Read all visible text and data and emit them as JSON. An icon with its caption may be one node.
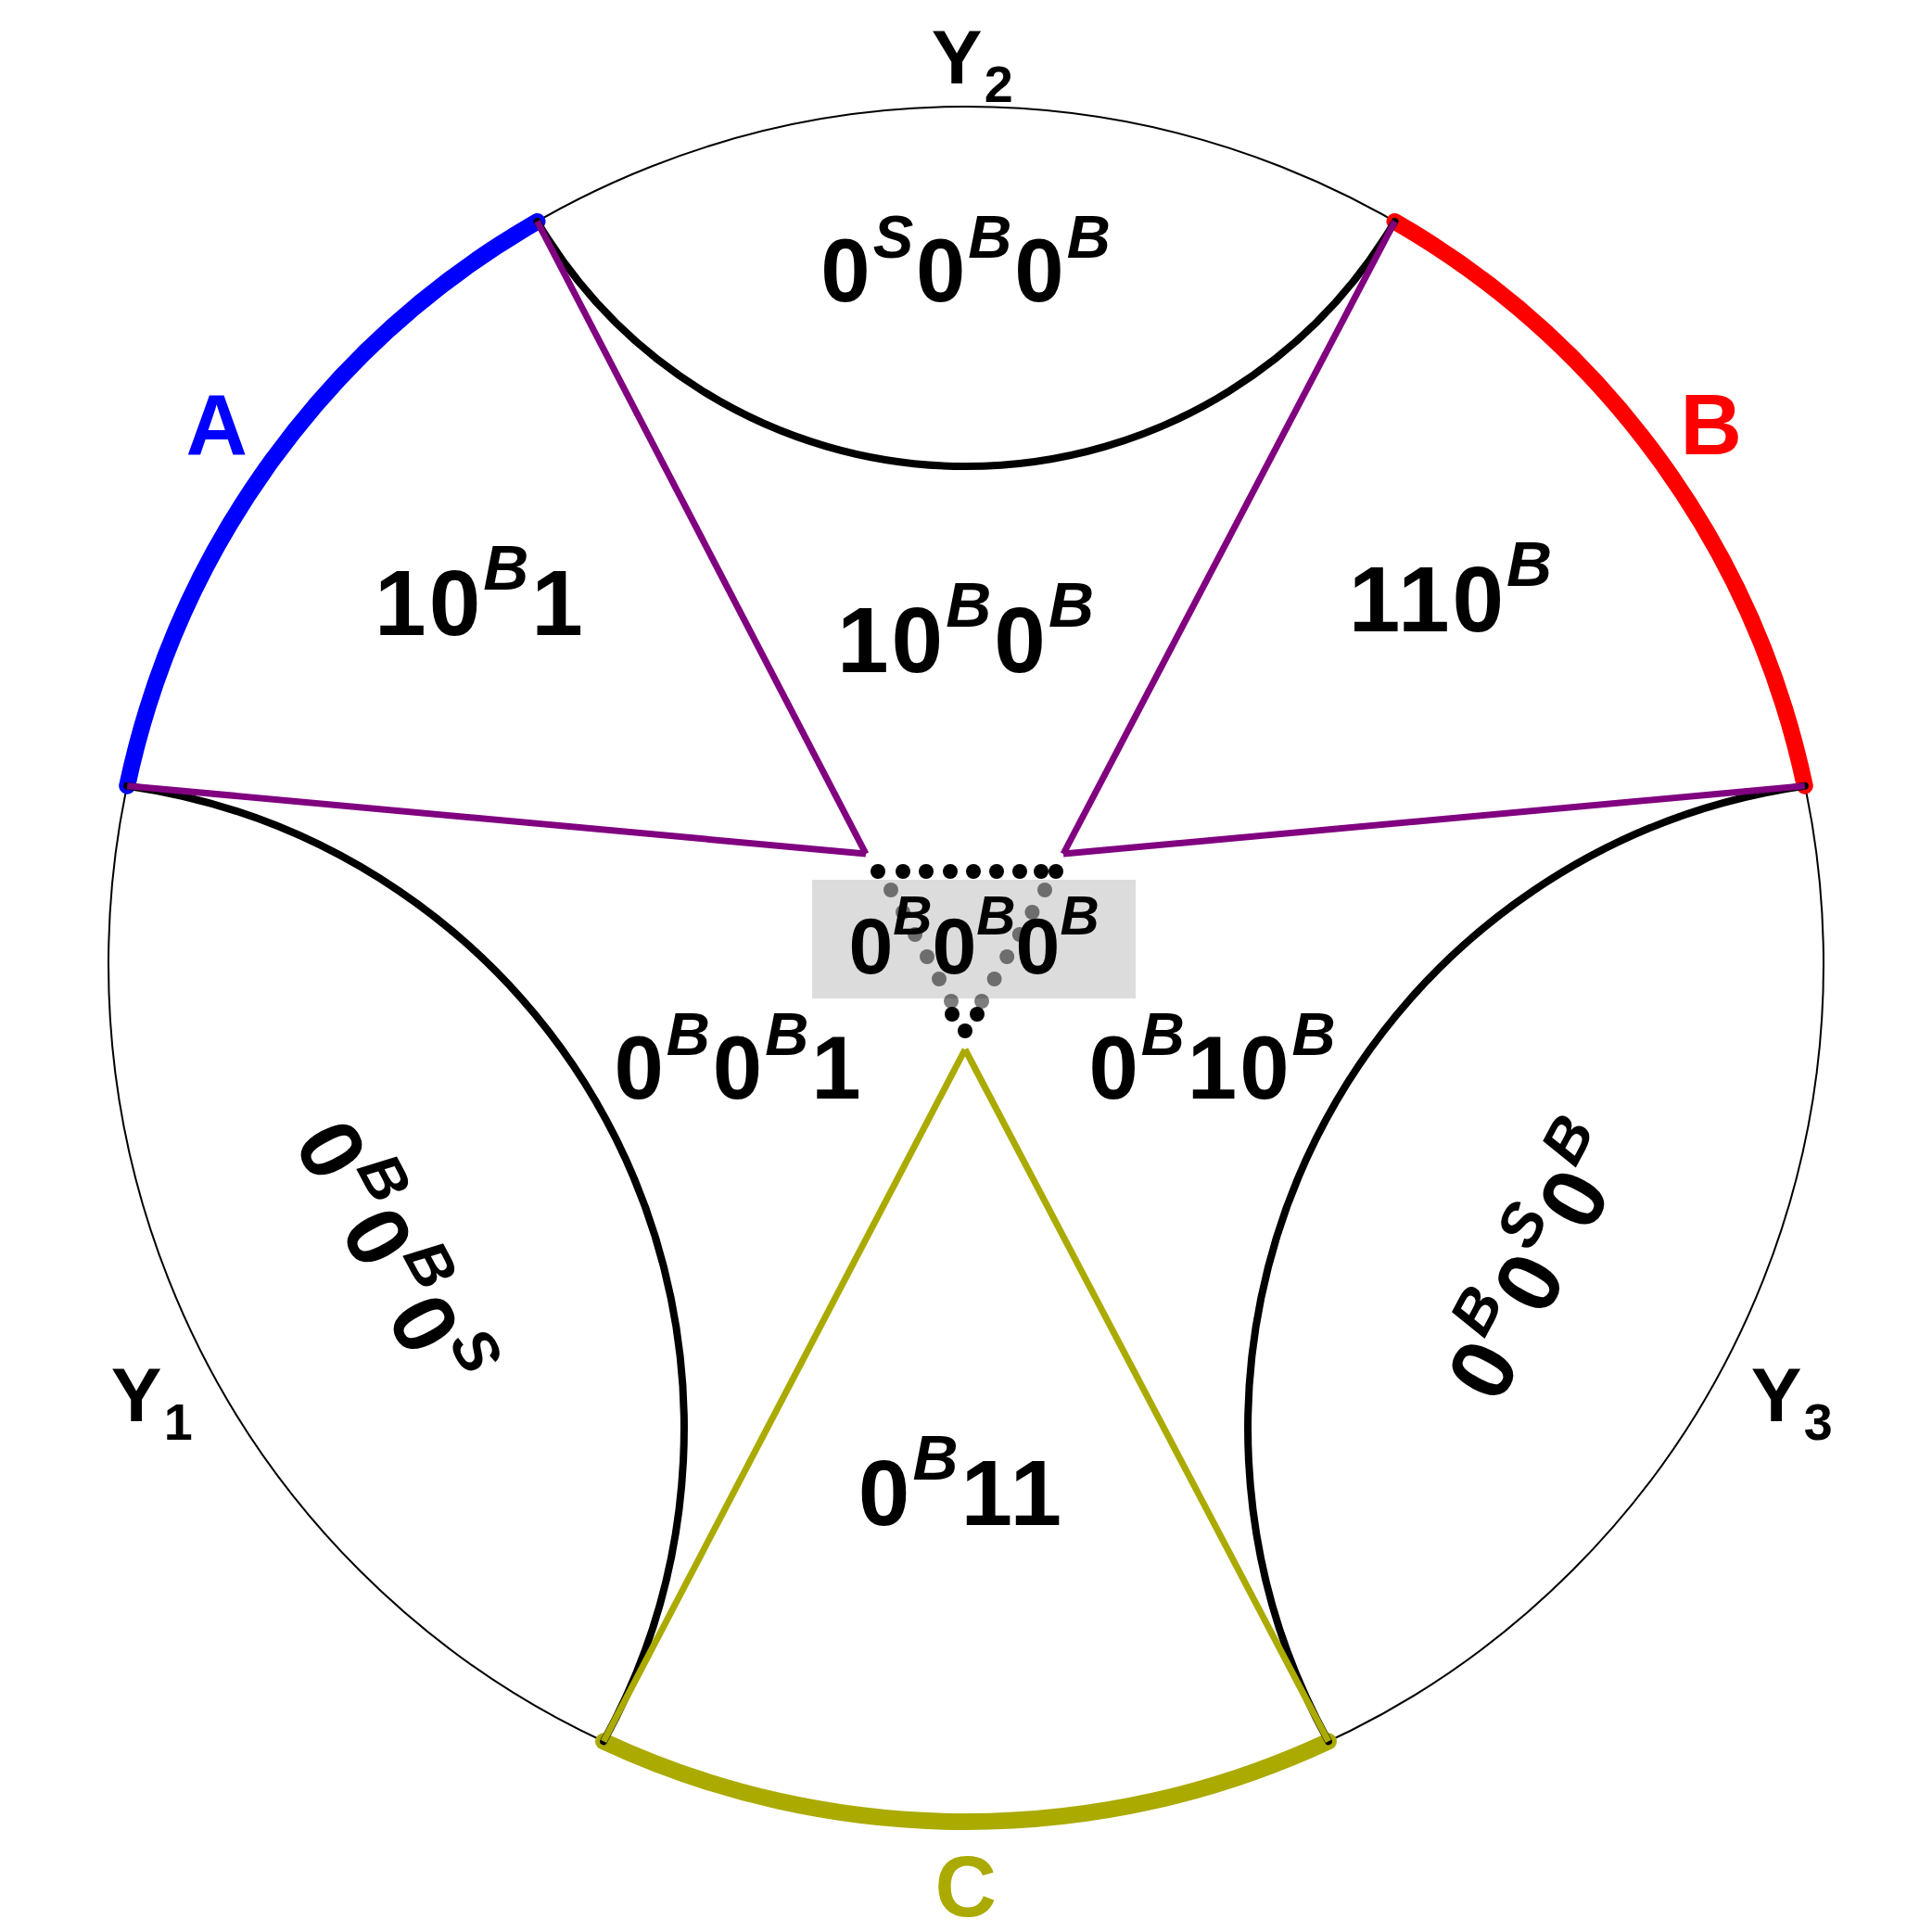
{
  "diagram": {
    "nodes": [
      {
        "text": [
          "0$^{B}$0$^{B}$0$^{B}$"
        ]
      }
    ],
    "labels": [
      "Y$_{2}$",
      "0$^{S}$0$^{B}$0$^{B}$",
      "A",
      "B",
      "10$^{B}$1",
      "10$^{B}$0$^{B}$",
      "110$^{B}$",
      "0$^{B}$0$^{B}$1",
      "0$^{B}$10$^{B}$",
      "0$^{B}$0$^{B}$0$^{S}$",
      "0$^{B}$0$^{S}$0$^{B}$",
      "Y$_{1}$",
      "Y$_{3}$",
      "0$^{B}$11",
      "C"
    ]
  }
}
